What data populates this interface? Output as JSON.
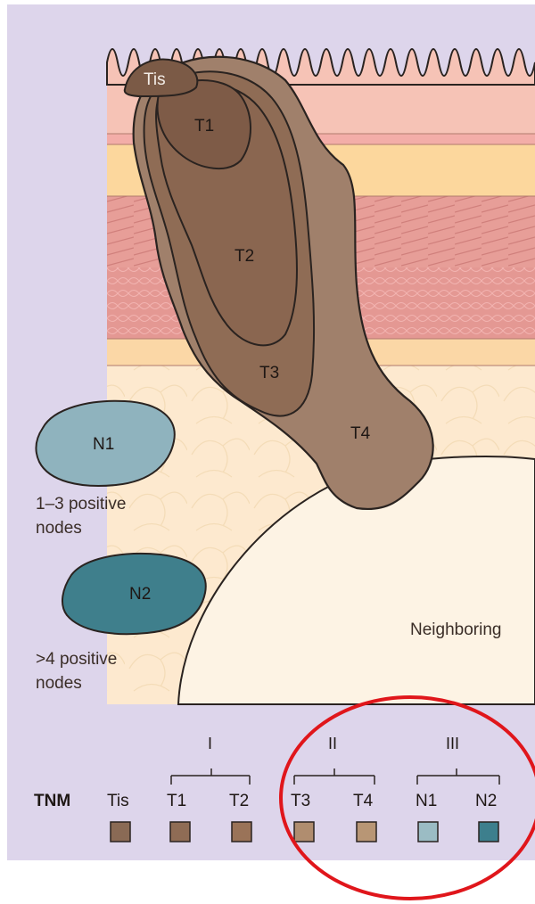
{
  "tumor_labels": {
    "tis": "Tis",
    "t1": "T1",
    "t2": "T2",
    "t3": "T3",
    "t4": "T4"
  },
  "nodes": {
    "n1": {
      "label": "N1",
      "caption_line1": "1–3 positive",
      "caption_line2": "nodes",
      "color": "#8fb3be"
    },
    "n2": {
      "label": "N2",
      "caption_line1": ">4 positive",
      "caption_line2": "nodes",
      "color": "#3f7f8c"
    }
  },
  "neighboring_label": "Neighboring",
  "legend": {
    "row_label": "TNM",
    "stages": [
      "I",
      "II",
      "III"
    ],
    "items": [
      {
        "label": "Tis",
        "color": "#8a6a55"
      },
      {
        "label": "T1",
        "color": "#8f6c55"
      },
      {
        "label": "T2",
        "color": "#9a7358"
      },
      {
        "label": "T3",
        "color": "#b08d6f"
      },
      {
        "label": "T4",
        "color": "#b89675"
      },
      {
        "label": "N1",
        "color": "#9bbcc4"
      },
      {
        "label": "N2",
        "color": "#3d7f8d"
      }
    ]
  },
  "colors": {
    "background": "#ddd5eb",
    "mucosa": "#f6c3b6",
    "submucosa": "#fcd79d",
    "muscle": "#e79e98",
    "serosa": "#fbd7a6",
    "fat": "#fde9cf",
    "organ": "#fdf3e4",
    "tumor": "#a0806b",
    "highlight_circle": "#e0161b"
  }
}
